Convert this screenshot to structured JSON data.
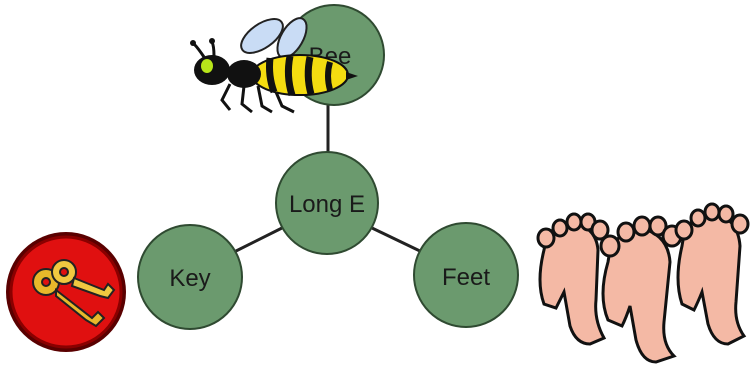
{
  "diagram": {
    "center": {
      "label": "Long E"
    },
    "nodes": [
      {
        "id": "bee",
        "label": "Bee",
        "picture": "bee-icon"
      },
      {
        "id": "key",
        "label": "Key",
        "picture": "keys-icon"
      },
      {
        "id": "feet",
        "label": "Feet",
        "picture": "feet-icon"
      }
    ],
    "colors": {
      "node_fill": "#6b9a6e",
      "node_stroke": "#2f4a31",
      "connector": "#222222",
      "key_badge": "#e01010",
      "key_gold": "#e8b82a",
      "bee_yellow": "#f4dc10",
      "skin": "#f4b9a5"
    }
  }
}
